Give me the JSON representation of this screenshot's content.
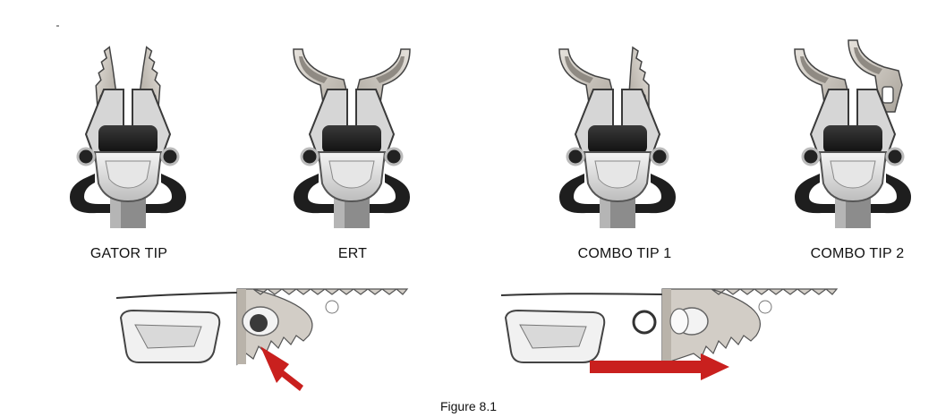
{
  "tips": [
    {
      "label": "GATOR TIP"
    },
    {
      "label": "ERT"
    },
    {
      "label": "COMBO TIP 1"
    },
    {
      "label": "COMBO TIP 2"
    }
  ],
  "caption": "Figure 8.1",
  "colors": {
    "arrow": "#c9201e",
    "metal": "#cfc9c0",
    "dark": "#1f1f1f"
  }
}
